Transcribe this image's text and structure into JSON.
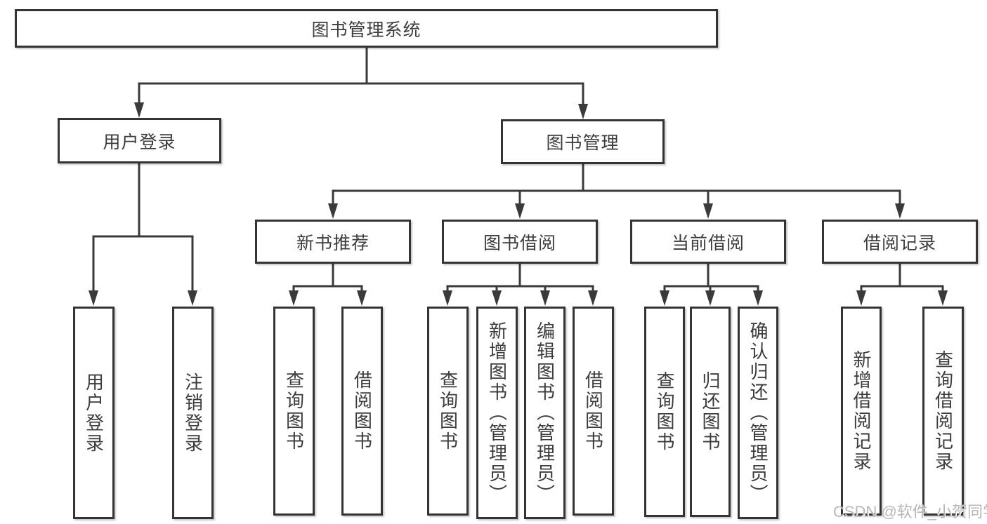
{
  "tree": {
    "root": {
      "label": "图书管理系统",
      "children": [
        {
          "label": "用户登录",
          "children": [
            {
              "label": "用户登录"
            },
            {
              "label": "注销登录"
            }
          ]
        },
        {
          "label": "图书管理",
          "children": [
            {
              "label": "新书推荐",
              "children": [
                {
                  "label": "查询图书"
                },
                {
                  "label": "借阅图书"
                }
              ]
            },
            {
              "label": "图书借阅",
              "children": [
                {
                  "label": "查询图书"
                },
                {
                  "label": "新增图书（管理员）"
                },
                {
                  "label": "编辑图书（管理员）"
                },
                {
                  "label": "借阅图书"
                }
              ]
            },
            {
              "label": "当前借阅",
              "children": [
                {
                  "label": "查询图书"
                },
                {
                  "label": "归还图书"
                },
                {
                  "label": "确认归还（管理员）"
                }
              ]
            },
            {
              "label": "借阅记录",
              "children": [
                {
                  "label": "新增借阅记录"
                },
                {
                  "label": "查询借阅记录"
                }
              ]
            }
          ]
        }
      ]
    }
  },
  "watermark": "CSDN @软件_小贺同学",
  "colors": {
    "line": "#3a3a3a",
    "box_border": "#343434",
    "text": "#3c3c3c",
    "watermark": "#b7b7b7",
    "background": "#ffffff"
  }
}
